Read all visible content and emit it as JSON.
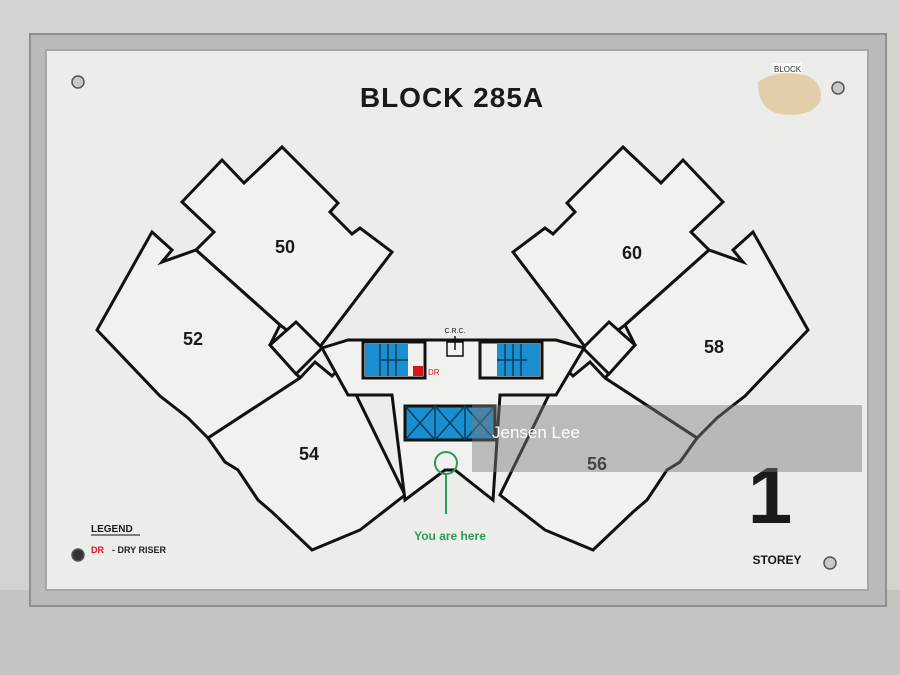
{
  "sign": {
    "title": "BLOCK 285A",
    "units": [
      "50",
      "52",
      "54",
      "60",
      "58",
      "56"
    ],
    "crc_label": "C.R.C.",
    "dr_label": "DR",
    "you_are_here": "You are here",
    "storey_number": "1",
    "storey_label": "STOREY",
    "legend_title": "LEGEND",
    "legend_code": "DR",
    "legend_text": "- DRY RISER",
    "sticker_text": "BLOCK"
  },
  "watermark": "Jensen Lee",
  "colors": {
    "stair_blue": "#1a8fd0",
    "dry_riser_red": "#d8141b",
    "you_are_here_green": "#2f9a55"
  }
}
